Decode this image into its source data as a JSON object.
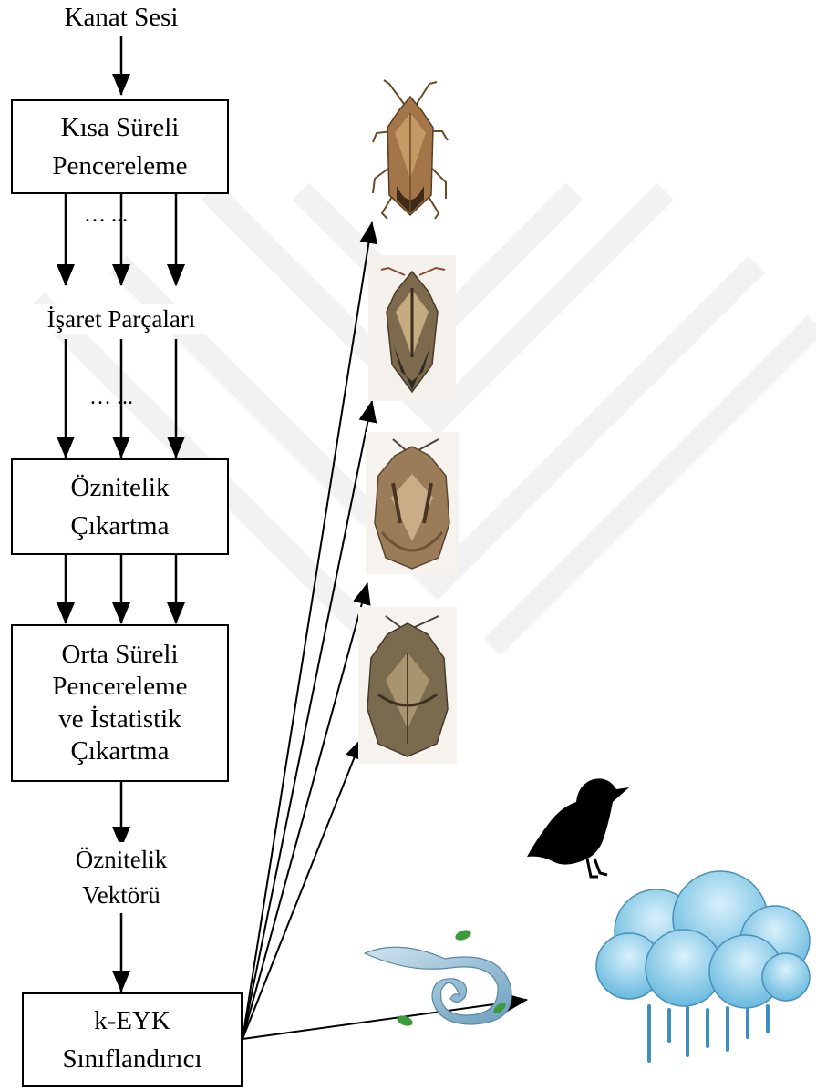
{
  "input_label": "Kanat Sesi",
  "boxes": {
    "windowing": [
      "Kısa Süreli",
      "Pencereleme"
    ],
    "feature_extraction": [
      "Öznitelik",
      "Çıkartma"
    ],
    "mid_term": [
      "Orta Süreli",
      "Pencereleme",
      "ve İstatistik",
      "Çıkartma"
    ],
    "classifier": [
      "k-EYK",
      "Sınıflandırıcı"
    ]
  },
  "labels": {
    "signal_parts": "İşaret Parçaları",
    "ellipsis": "… ...",
    "feature_vector": [
      "Öznitelik",
      "Vektörü"
    ]
  },
  "outputs": [
    "stink-bug-1",
    "stink-bug-2",
    "stink-bug-3",
    "stink-bug-4",
    "bird",
    "wind",
    "rain-cloud"
  ]
}
